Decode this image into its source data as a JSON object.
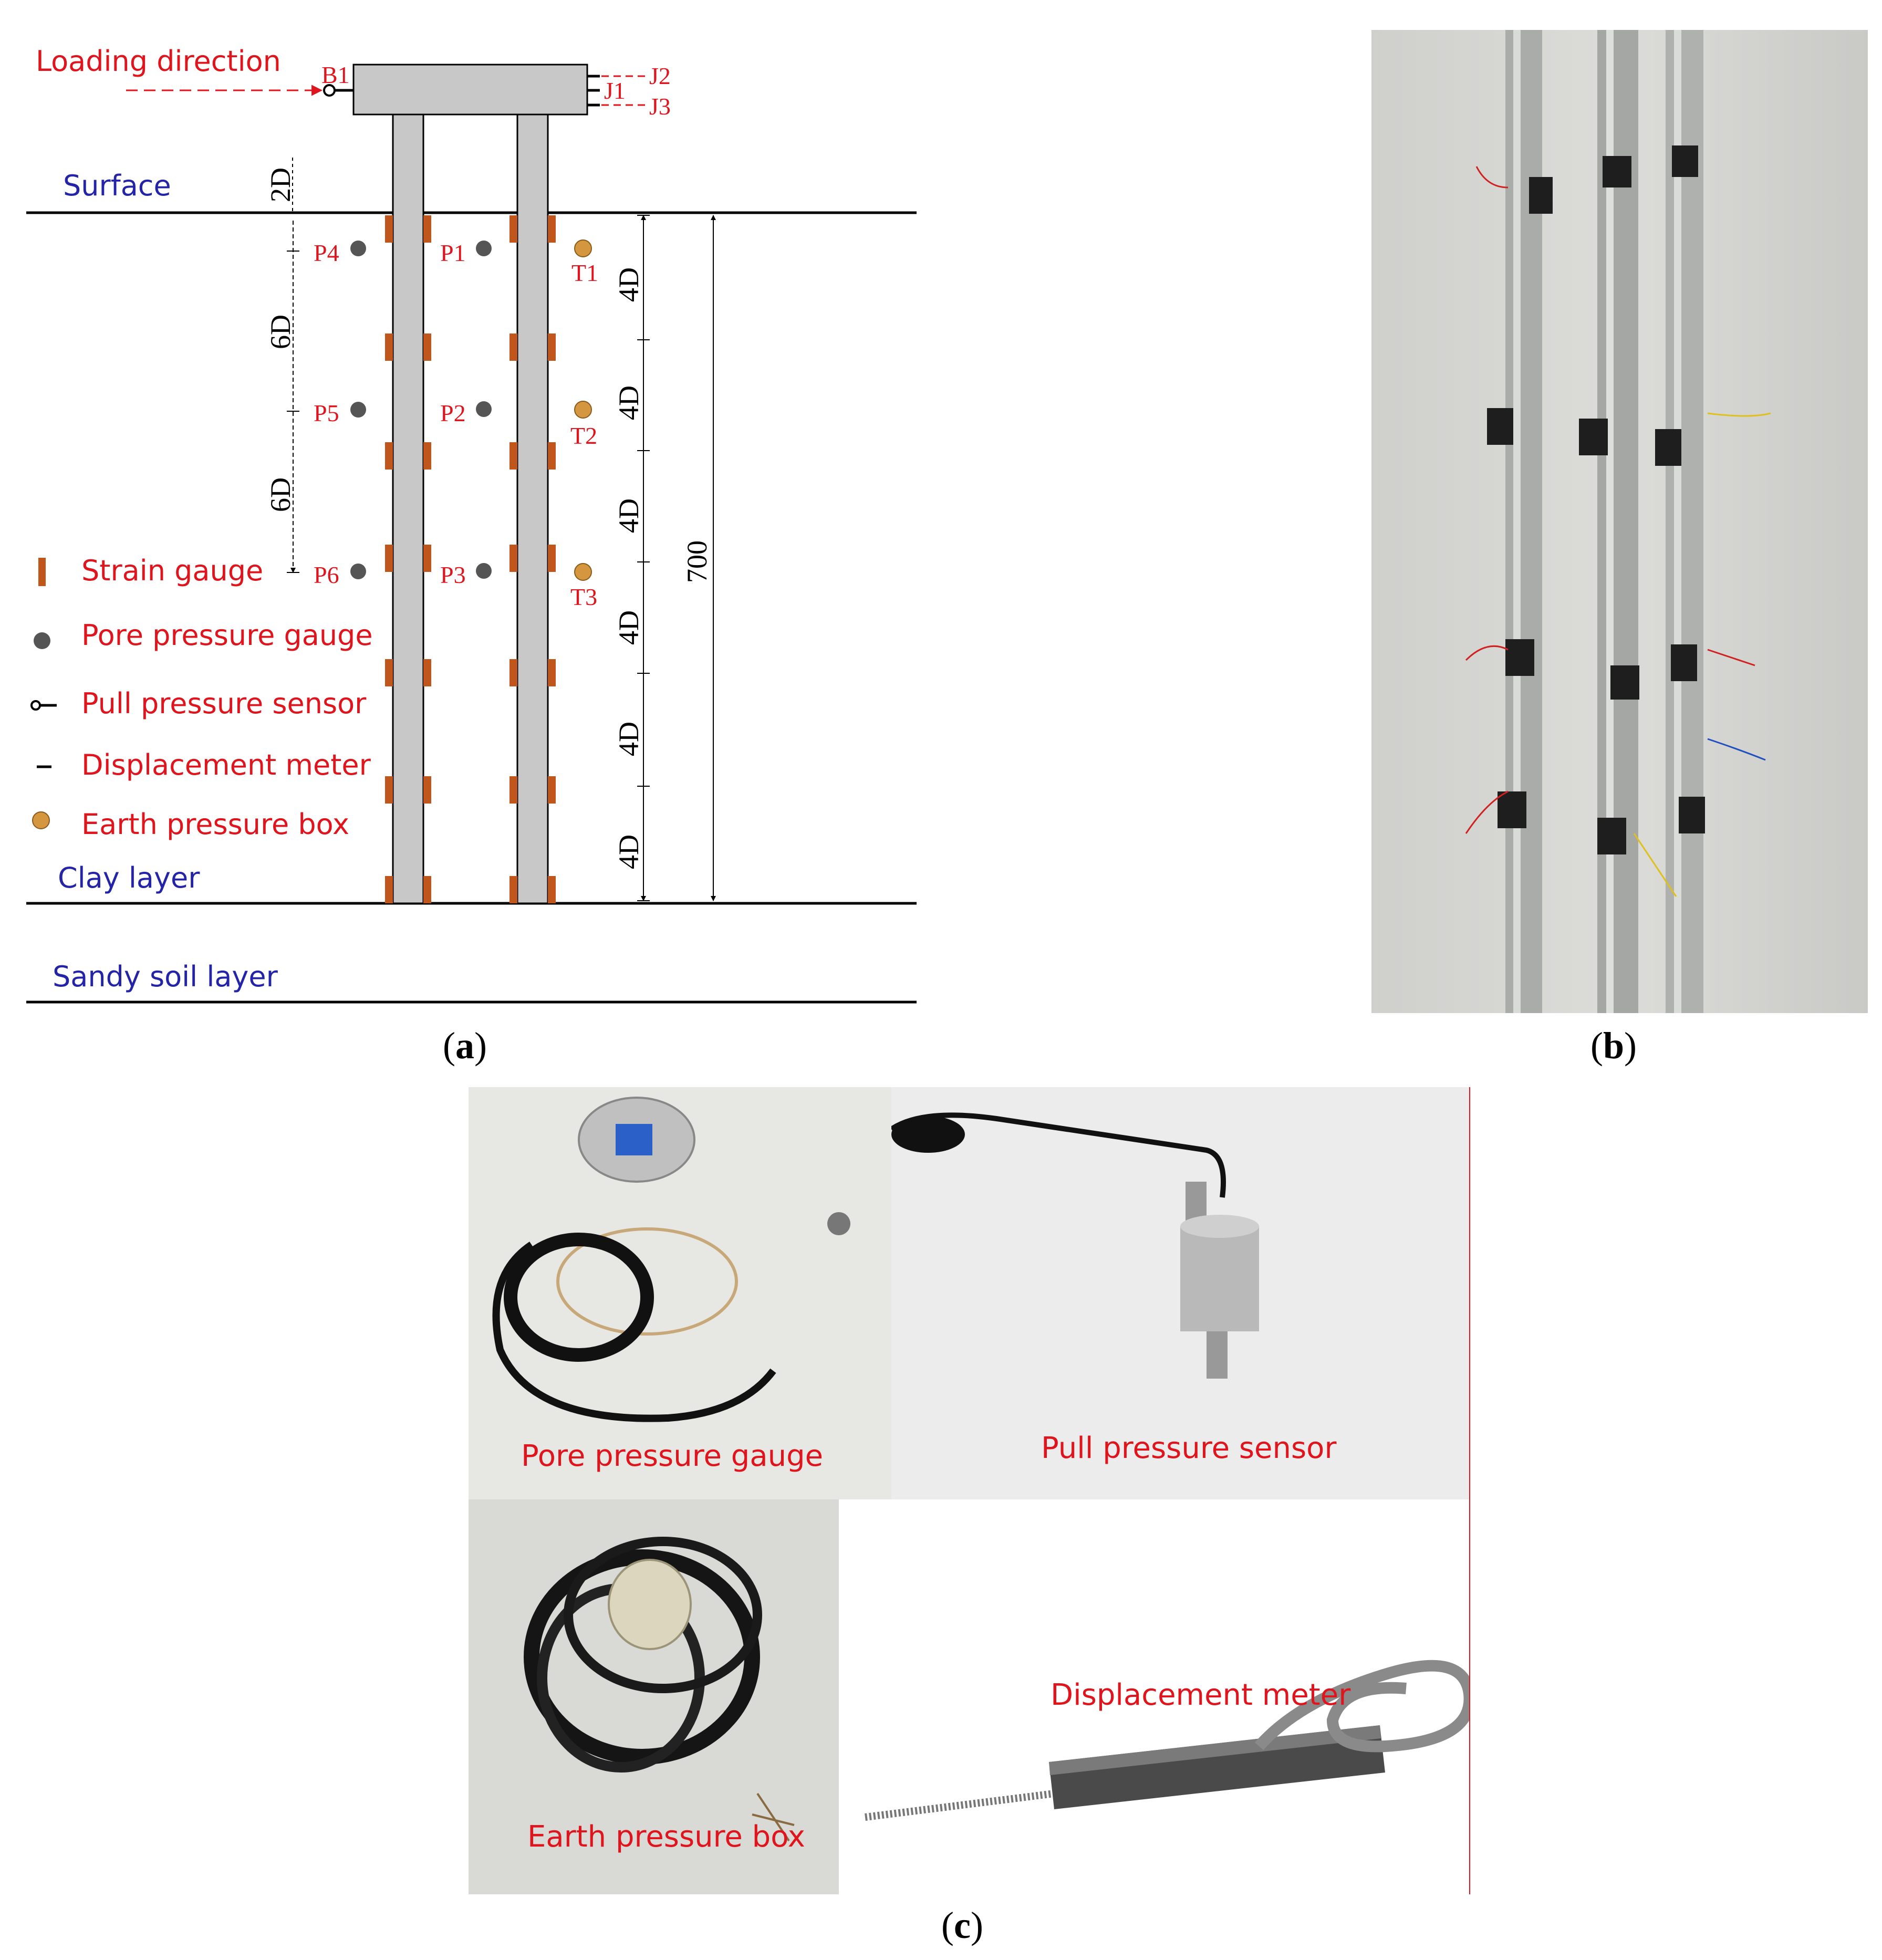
{
  "panel_a": {
    "label": "a",
    "loading_direction": "Loading direction",
    "sensor_b1": "B1",
    "sensor_j1": "J1",
    "sensor_j2": "J2",
    "sensor_j3": "J3",
    "surface": "Surface",
    "clay_layer": "Clay layer",
    "sandy_layer": "Sandy soil layer",
    "dim_top": "2D",
    "dim_left": [
      "6D",
      "6D"
    ],
    "dim_right": [
      "4D",
      "4D",
      "4D",
      "4D",
      "4D",
      "4D"
    ],
    "dim_total": "700",
    "pore_gauges": [
      "P1",
      "P2",
      "P3",
      "P4",
      "P5",
      "P6"
    ],
    "earth_boxes": [
      "T1",
      "T2",
      "T3"
    ],
    "legend": [
      {
        "symbol": "strain-gauge",
        "label": "Strain gauge"
      },
      {
        "symbol": "pore-pressure-gauge",
        "label": "Pore pressure gauge"
      },
      {
        "symbol": "pull-pressure-sensor",
        "label": "Pull pressure sensor"
      },
      {
        "symbol": "displacement-meter",
        "label": "Displacement meter"
      },
      {
        "symbol": "earth-pressure-box",
        "label": "Earth pressure box"
      }
    ]
  },
  "panel_b": {
    "label": "b"
  },
  "panel_c": {
    "label": "c",
    "captions": {
      "pore": "Pore pressure gauge",
      "pull": "Pull pressure sensor",
      "earth": "Earth pressure box",
      "displacement": "Displacement meter"
    }
  },
  "colors": {
    "red": "#e0141c",
    "blue": "#2424a8",
    "pile": "#c8c8c8",
    "strain": "#c0561c",
    "pore": "#555555",
    "earth": "#d4963e"
  }
}
